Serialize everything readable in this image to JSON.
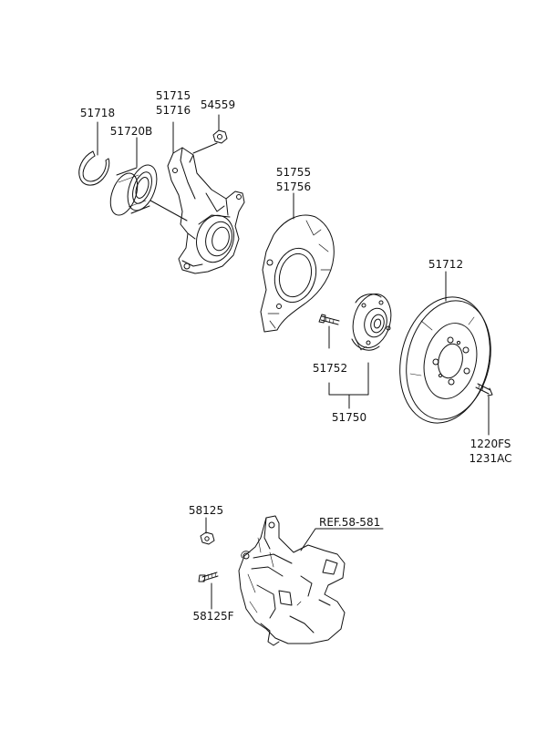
{
  "labels": {
    "p51718": "51718",
    "p51720B": "51720B",
    "p51715": "51715",
    "p51716": "51716",
    "p54559": "54559",
    "p51755": "51755",
    "p51756": "51756",
    "p51712": "51712",
    "p51752": "51752",
    "p51750": "51750",
    "p1220FS": "1220FS",
    "p1231AC": "1231AC",
    "p58125": "58125",
    "pREF": "REF.58-581",
    "p58125F": "58125F"
  },
  "colors": {
    "ink": "#111111",
    "paper": "#ffffff"
  }
}
